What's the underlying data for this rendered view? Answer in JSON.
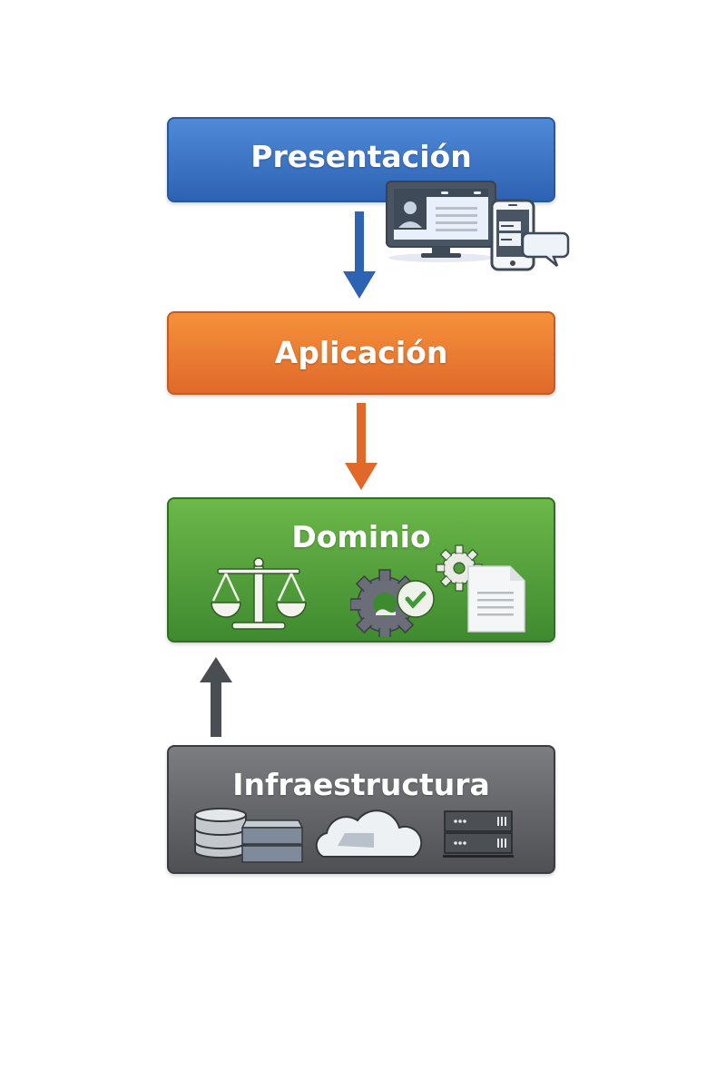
{
  "diagram": {
    "layers": [
      {
        "id": "presentation",
        "label": "Presentación",
        "color": "#3c74c6",
        "icons": [
          "monitor-profile-icon",
          "smartphone-icon",
          "chat-bubble-icon"
        ]
      },
      {
        "id": "application",
        "label": "Aplicación",
        "color": "#eb7a31",
        "icons": []
      },
      {
        "id": "domain",
        "label": "Dominio",
        "color": "#56a23c",
        "icons": [
          "scales-icon",
          "gear-check-icon",
          "gear-icon",
          "document-icon"
        ]
      },
      {
        "id": "infrastructure",
        "label": "Infraestructura",
        "color": "#616366",
        "icons": [
          "database-icon",
          "storage-icon",
          "cloud-icon",
          "server-rack-icon"
        ]
      }
    ],
    "arrows": [
      {
        "from": "presentation",
        "to": "application",
        "direction": "down",
        "color": "#2e62b3"
      },
      {
        "from": "application",
        "to": "domain",
        "direction": "down",
        "color": "#e0692a"
      },
      {
        "from": "infrastructure",
        "to": "domain",
        "direction": "up",
        "color": "#4a4d52"
      }
    ]
  }
}
